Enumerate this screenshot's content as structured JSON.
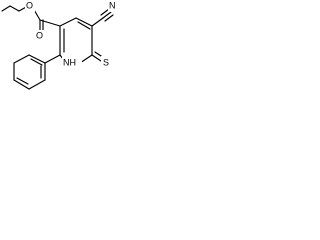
{
  "molecule": {
    "atoms": {
      "ester_o_upper": "O",
      "ester_o_lower": "O",
      "nitrile_n": "N",
      "ring_nh": "NH",
      "thione_s": "S"
    }
  }
}
